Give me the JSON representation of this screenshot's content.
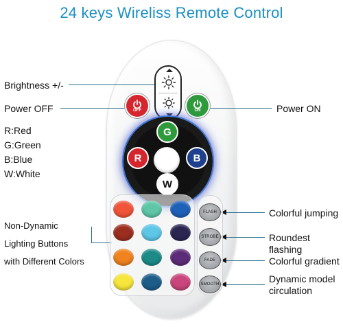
{
  "title": "24 keys Wireliss Remote Control",
  "labels": {
    "brightness": "Brightness +/-",
    "power_off": "Power OFF",
    "power_on": "Power ON",
    "rgbw": [
      "R:Red",
      "G:Green",
      "B:Blue",
      "W:White"
    ],
    "non_dynamic": [
      "Non-Dynamic",
      "Lighting Buttons",
      "with Different Colors"
    ],
    "colorful_jumping": "Colorful jumping",
    "roundest_flashing": "Roundest flashing",
    "colorful_gradient": "Colorful gradient",
    "dynamic_model": [
      "Dynamic model",
      "circulation"
    ]
  },
  "buttons": {
    "power_off_text": "OFF",
    "power_on_text": "ON",
    "g": "G",
    "r": "R",
    "b": "B",
    "w": "W",
    "flash": "FLASH",
    "strobe": "STROBE",
    "fade": "FADE",
    "smooth": "SMOOTH"
  },
  "colors": {
    "accent": "#1a8fc2",
    "power_off": "#d6262d",
    "power_on": "#2e9a3c",
    "g": "#2e9a3c",
    "r": "#d6262d",
    "b": "#1f3f8f",
    "w": "#ffffff",
    "swatches": [
      [
        "#f0553a",
        "#5fc7a8",
        "#1e61b8"
      ],
      [
        "#9b2e1f",
        "#5ec6e6",
        "#2b2552"
      ],
      [
        "#f0831f",
        "#1c8a87",
        "#5d2c78"
      ],
      [
        "#f6e53a",
        "#1e5d8a",
        "#c9457c"
      ]
    ]
  }
}
